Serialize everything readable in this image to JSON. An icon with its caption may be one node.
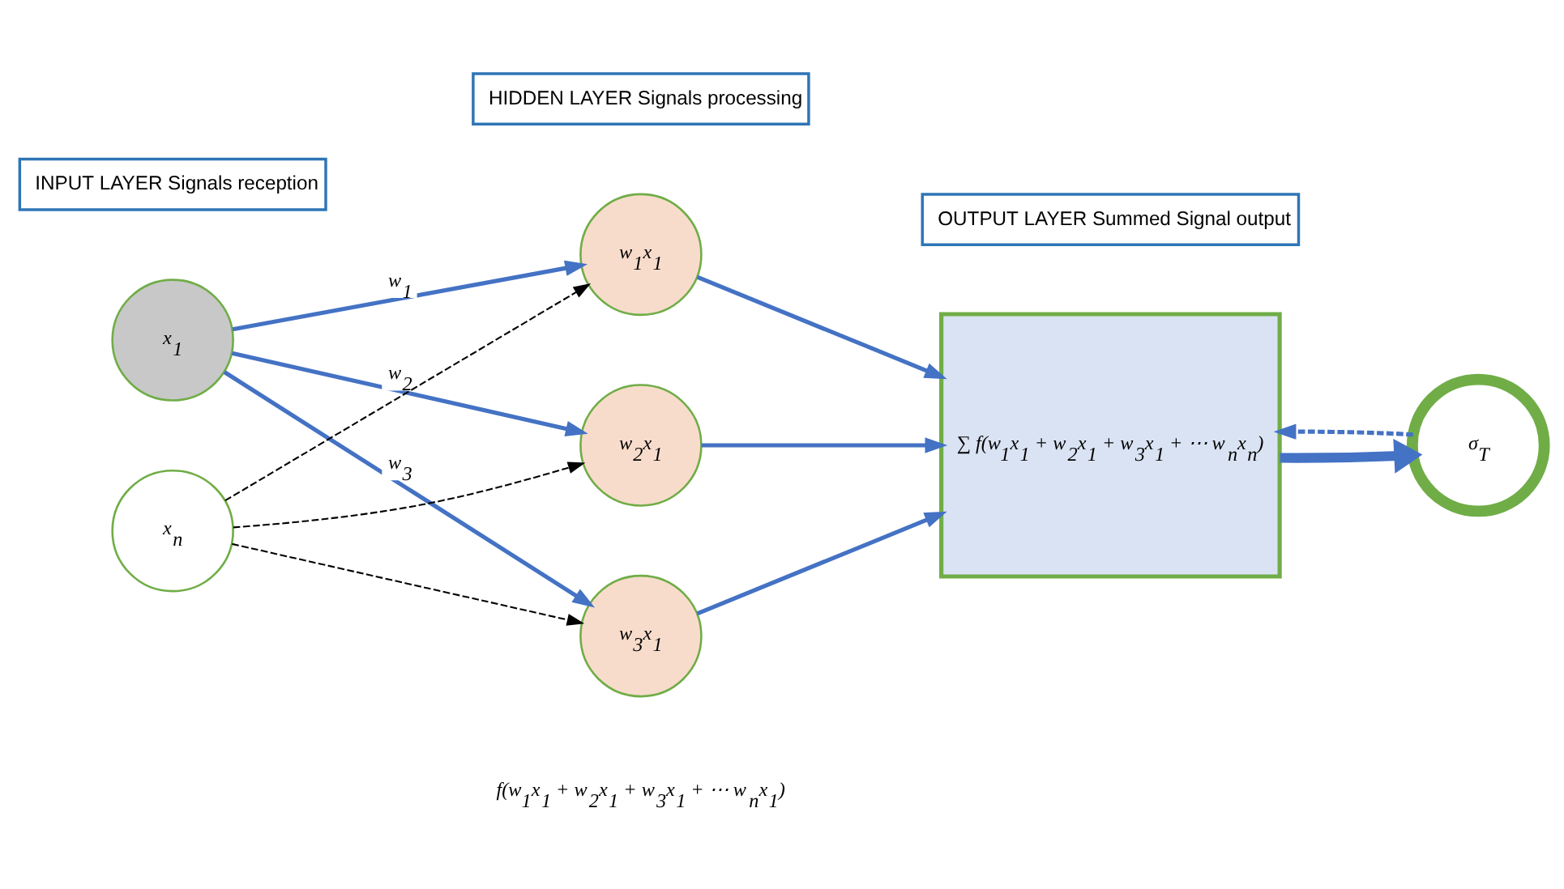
{
  "diagram": {
    "nodes": [
      {
        "text": [
          "INPUT LAYER Signals reception"
        ]
      },
      {
        "text": [
          "HIDDEN LAYER Signals processing"
        ]
      },
      {
        "text": [
          "OUTPUT LAYER Summed Signal output"
        ]
      },
      {
        "text": [
          "x$_{1}$"
        ]
      },
      {
        "text": [
          "x$_{n}$"
        ]
      },
      {
        "text": [
          "w$_{1}$x$_{1}$"
        ]
      },
      {
        "text": [
          "w$_{2}$x$_{1}$"
        ]
      },
      {
        "text": [
          "w$_{3}$x$_{1}$"
        ]
      },
      {
        "text": [
          "∑ f(w$_{1}$x$_{1}$ + w$_{2}$x$_{1}$ + w$_{3}$x$_{1}$ + ⋯ w$_{n}$x$_{n}$)"
        ]
      },
      {
        "text": [
          "σ$_{T}$"
        ]
      }
    ],
    "edges": [
      {
        "from": 3,
        "to": 5,
        "arrow": "to",
        "label": "w$_{1}$"
      },
      {
        "from": 3,
        "to": 6,
        "arrow": "to",
        "label": "w$_{2}$"
      },
      {
        "from": 3,
        "to": 7,
        "arrow": "to",
        "label": "w$_{3}$"
      },
      {
        "from": 4,
        "to": 5,
        "arrow": "to",
        "style": "dashed",
        "color": "#000000"
      },
      {
        "from": 4,
        "to": 6,
        "arrow": "to",
        "style": "dashed",
        "color": "#000000"
      },
      {
        "from": 4,
        "to": 7,
        "arrow": "to",
        "style": "dashed",
        "color": "#000000"
      },
      {
        "from": 5,
        "to": 8,
        "arrow": "to"
      },
      {
        "from": 6,
        "to": 8,
        "arrow": "to"
      },
      {
        "from": 7,
        "to": 8,
        "arrow": "to"
      },
      {
        "from": 8,
        "to": 9,
        "arrow": "to",
        "style": "thick"
      },
      {
        "from": 9,
        "to": 8,
        "arrow": "to",
        "style": "dashed"
      }
    ],
    "labels": [
      "f(w$_{1}$x$_{1}$ + w$_{2}$x$_{1}$ + w$_{3}$x$_{1}$ + ⋯ w$_{n}$x$_{1}$)"
    ]
  }
}
